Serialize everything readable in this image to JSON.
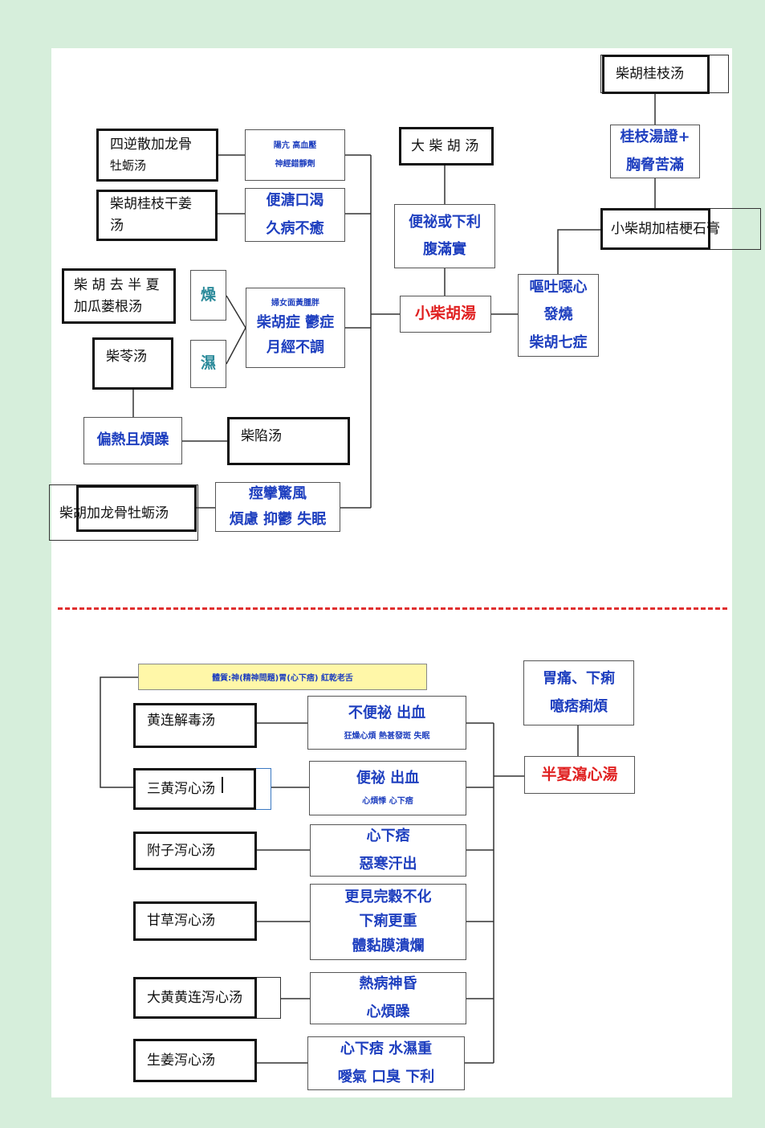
{
  "top": {
    "sichai_guizhi": "柴胡桂枝汤",
    "guizhi_zheng": [
      "桂枝湯證+",
      "胸脅苦滿"
    ],
    "xiaochaihu_jiegeng": "小柴胡加桔梗石膏",
    "ouxin": [
      "嘔吐噁心",
      "發燒",
      "柴胡七症"
    ],
    "dachaihu": "大 柴 胡 汤",
    "bianbi": [
      "便祕或下利",
      "腹滿實"
    ],
    "xiaochaihu_tang": "小柴胡湯",
    "sini": [
      "四逆散加龙骨",
      "牡蛎汤"
    ],
    "yangkang": [
      "陽亢  高血壓",
      "神經錯靜劑"
    ],
    "chaihu_guizhi_ganjiang": [
      "柴胡桂枝干姜",
      "汤"
    ],
    "biantang": [
      "便溏口渴",
      "久病不癒"
    ],
    "banxia": [
      "柴 胡 去 半 夏",
      "加瓜蒌根汤"
    ],
    "zao": "燥",
    "shi": "濕",
    "funv": [
      "婦女面黃腫胖",
      "柴胡症 鬱症",
      "月經不調"
    ],
    "chaoling": "柴苓汤",
    "pianre": "偏熱且煩躁",
    "chaixian": "柴陷汤",
    "longgu": "柴胡加龙骨牡蛎汤",
    "jingfeng": [
      "痙攣驚風",
      "煩慮 抑鬱 失眠"
    ]
  },
  "bottom": {
    "tizhi": "體質:神(精神問題)胃(心下痞) 紅乾老舌",
    "weitong": [
      "胃痛、下痢",
      "噫痞痢煩"
    ],
    "banxia_xiexin": "半夏瀉心湯",
    "formulas": [
      {
        "name": "黄连解毒汤",
        "desc": [
          "不便祕  出血",
          "狂燥心煩 熱甚發斑 失眠"
        ]
      },
      {
        "name": "三黄泻心汤",
        "desc": [
          "便祕  出血",
          "心煩悸 心下痞"
        ]
      },
      {
        "name": "附子泻心汤",
        "desc": [
          "心下痞",
          "惡寒汗出"
        ]
      },
      {
        "name": "甘草泻心汤",
        "desc": [
          "更見完穀不化",
          "下痢更重",
          "體黏膜潰爛"
        ]
      },
      {
        "name": "大黄黄连泻心汤",
        "desc": [
          "熱病神昏",
          "心煩躁"
        ]
      },
      {
        "name": "生姜泻心汤",
        "desc": [
          "心下痞 水濕重",
          "噯氣 口臭 下利"
        ]
      }
    ]
  }
}
